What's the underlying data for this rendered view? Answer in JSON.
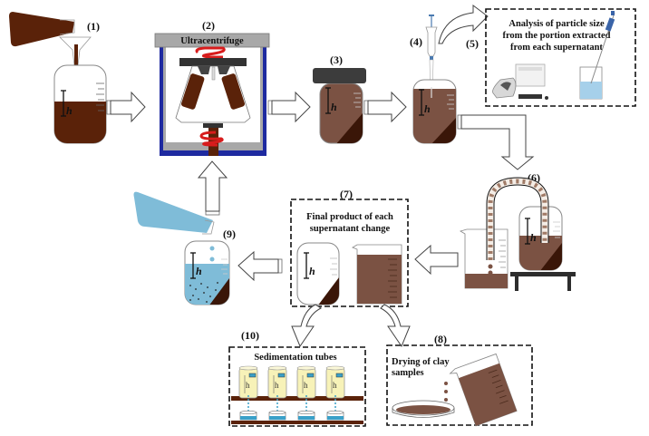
{
  "diagram": {
    "title": "Clay particle separation process by sedimentation and supernatant extraction",
    "colors": {
      "slurry_dark": "#5a2209",
      "slurry_medium": "#7b5243",
      "sediment": "#3a1608",
      "water_blue": "#7fbcd8",
      "centrifuge_frame": "#1e2aa0",
      "centrifuge_lid": "#a8a8a8",
      "spring_red": "#d81c1c",
      "cap_dark": "#3c3c3c",
      "tube_yellow": "#f7f2b8",
      "shelf_brown": "#5a2209"
    },
    "steps": [
      {
        "id": "1",
        "label": "(1)",
        "description": "Pouring clay suspension into jar"
      },
      {
        "id": "2",
        "label": "(2)",
        "description": "Ultracentrifuge",
        "inner_text": "Ultracentrifuge"
      },
      {
        "id": "3",
        "label": "(3)",
        "description": "Capped jar after centrifugation"
      },
      {
        "id": "4",
        "label": "(4)",
        "description": "Pipette extraction from supernatant"
      },
      {
        "id": "5",
        "label": "(5)",
        "description": "Particle size analysis",
        "box_text": [
          "Analysis of particle size",
          "from the portion extracted",
          "from each supernatant"
        ]
      },
      {
        "id": "6",
        "label": "(6)",
        "description": "Siphoning supernatant into beaker"
      },
      {
        "id": "7",
        "label": "(7)",
        "description": "Final product",
        "box_text": [
          "Final product of each",
          "supernatant change"
        ]
      },
      {
        "id": "8",
        "label": "(8)",
        "description": "Drying",
        "box_text": [
          "Drying of clay",
          "samples"
        ]
      },
      {
        "id": "9",
        "label": "(9)",
        "description": "Refilling jar with water"
      },
      {
        "id": "10",
        "label": "(10)",
        "description": "Sedimentation",
        "box_text": [
          "Sedimentation tubes"
        ]
      }
    ],
    "height_symbol": "h",
    "tube_height_symbol": "h",
    "tube_count": 4
  }
}
